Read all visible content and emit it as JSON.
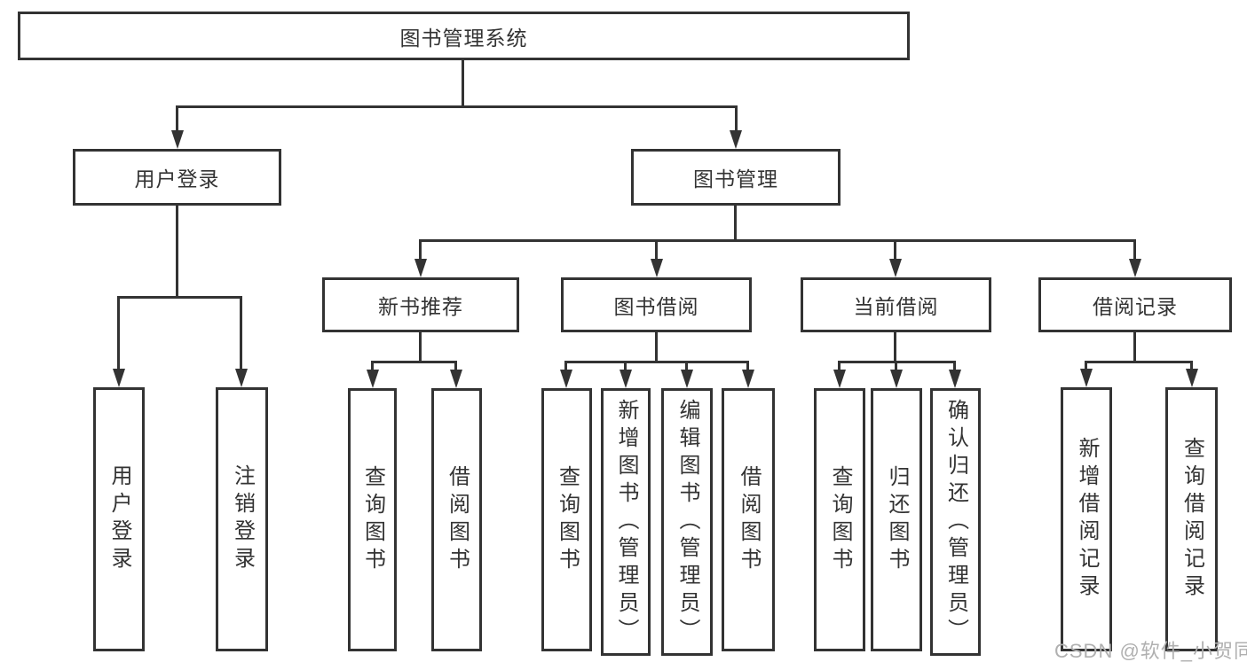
{
  "diagram": {
    "root": {
      "label": "图书管理系统"
    },
    "branches": [
      {
        "label": "用户登录",
        "children": [
          {
            "label": "用户登录"
          },
          {
            "label": "注销登录"
          }
        ]
      },
      {
        "label": "图书管理",
        "groups": [
          {
            "label": "新书推荐",
            "children": [
              {
                "label": "查询图书"
              },
              {
                "label": "借阅图书"
              }
            ]
          },
          {
            "label": "图书借阅",
            "children": [
              {
                "label": "查询图书"
              },
              {
                "label": "新增图书（管理员）"
              },
              {
                "label": "编辑图书（管理员）"
              },
              {
                "label": "借阅图书"
              }
            ]
          },
          {
            "label": "当前借阅",
            "children": [
              {
                "label": "查询图书"
              },
              {
                "label": "归还图书"
              },
              {
                "label": "确认归还（管理员）"
              }
            ]
          },
          {
            "label": "借阅记录",
            "children": [
              {
                "label": "新增借阅记录"
              },
              {
                "label": "查询借阅记录"
              }
            ]
          }
        ]
      }
    ]
  },
  "watermark": {
    "text": "CSDN @软件_小贺同学"
  },
  "colors": {
    "background": "#ffffff",
    "line": "#333333",
    "text": "#333333",
    "watermark": "#b0b0b0"
  }
}
